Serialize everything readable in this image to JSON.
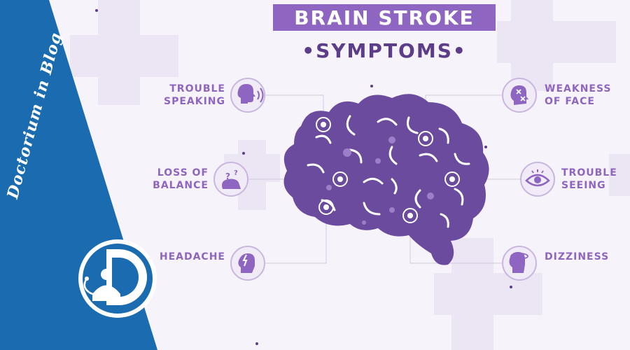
{
  "blog": {
    "name": "Doctorium in Blog"
  },
  "header": {
    "title": "BRAIN STROKE",
    "subtitle": "•SYMPTOMS•"
  },
  "colors": {
    "sidebar": "#1b6bb0",
    "accent": "#8e65c0",
    "brain": "#6b4b9e",
    "dark": "#5b3d8a",
    "background": "#f7f3fb"
  },
  "symptoms": {
    "left": [
      {
        "label": "TROUBLE\nSPEAKING",
        "icon": "speaking-head-icon"
      },
      {
        "label": "LOSS OF\nBALANCE",
        "icon": "question-head-icon"
      },
      {
        "label": "HEADACHE",
        "icon": "headache-lightning-icon"
      }
    ],
    "right": [
      {
        "label": "WEAKNESS\nOF FACE",
        "icon": "face-weakness-icon"
      },
      {
        "label": "TROUBLE\nSEEING",
        "icon": "eye-icon"
      },
      {
        "label": "DIZZINESS",
        "icon": "dizzy-head-icon"
      }
    ]
  }
}
